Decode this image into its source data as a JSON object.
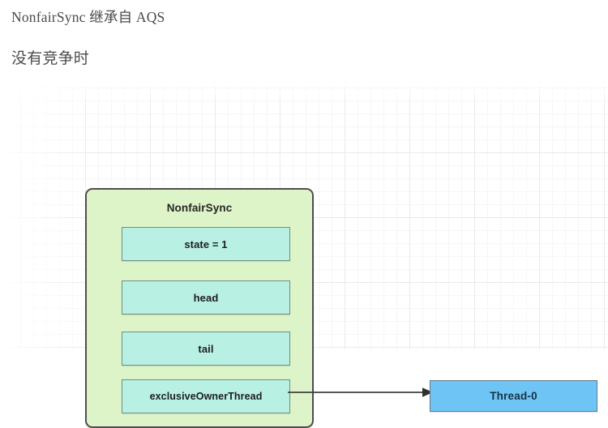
{
  "document": {
    "lines": [
      {
        "id": "line-1",
        "text": "NonfairSync 继承自 AQS"
      },
      {
        "id": "line-2",
        "text": "没有竞争时"
      }
    ],
    "heading_1": "NonfairSync 继承自 AQS",
    "heading_2": "没有竞争时"
  },
  "diagram": {
    "type": "object-reference-diagram",
    "background": "grid",
    "colors": {
      "container_fill": "#ddf4c8",
      "container_border": "#4e4e4e",
      "field_fill": "#b8f0e4",
      "field_border": "#6f8f86",
      "thread_fill": "#6fc4f6",
      "thread_border": "#6a7c86",
      "connector": "#3f3f3f",
      "grid_major": "#eaeaea",
      "grid_minor": "#f6f6f6"
    },
    "container": {
      "title": "NonfairSync",
      "fields": [
        {
          "id": "field-state",
          "label": "state = 1"
        },
        {
          "id": "field-head",
          "label": "head"
        },
        {
          "id": "field-tail",
          "label": "tail"
        },
        {
          "id": "field-owner",
          "label": "exclusiveOwnerThread"
        }
      ]
    },
    "connector": {
      "from": "exclusiveOwnerThread",
      "to": "Thread-0",
      "style": "solid-arrow",
      "arrowhead": "filled-triangle"
    },
    "thread_node": {
      "label": "Thread-0"
    }
  }
}
